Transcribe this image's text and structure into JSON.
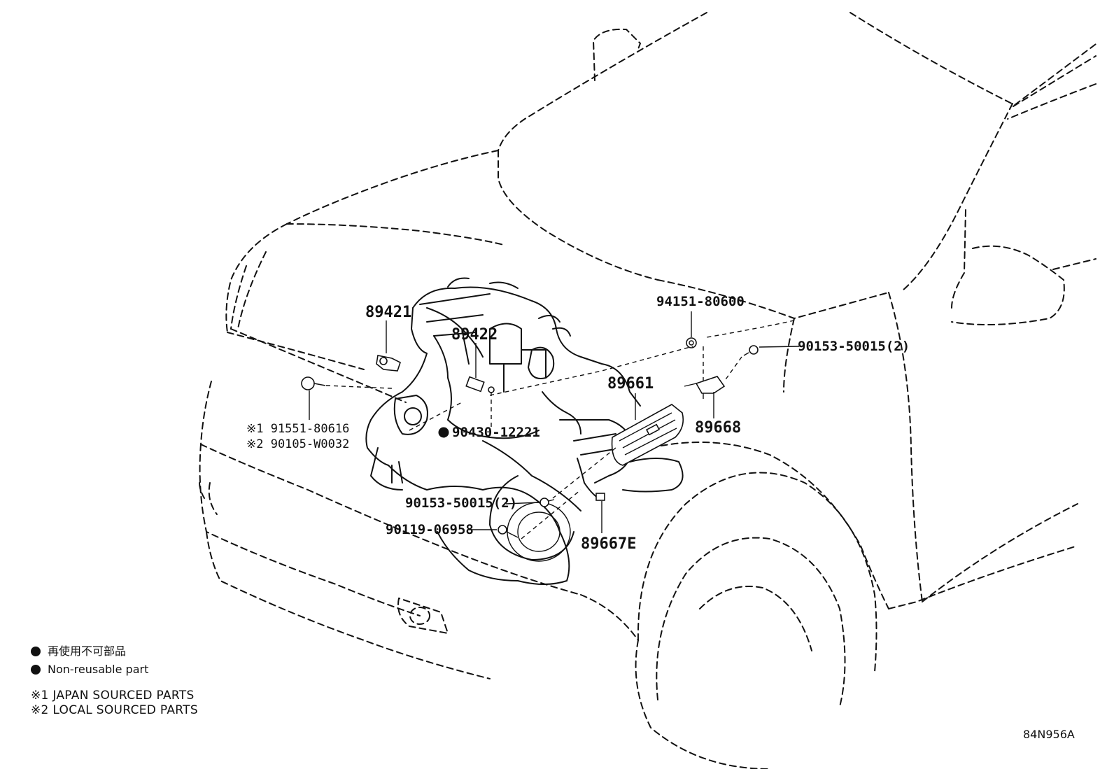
{
  "parts": {
    "p89421": "89421",
    "p89422": "89422",
    "p94151": "94151-80600",
    "p90153_top": "90153-50015(2)",
    "p89661": "89661",
    "p89668": "89668",
    "p91551": "※1 91551-80616",
    "p90105": "※2 90105-W0032",
    "p90430": "90430-12221",
    "p90153_bot": "90153-50015(2)",
    "p90119": "90119-06958",
    "p89667e": "89667E"
  },
  "legend": {
    "non_reusable_jp": "再使用不可部品",
    "non_reusable_en": "Non-reusable part",
    "note1": "※1 JAPAN SOURCED PARTS",
    "note2": "※2 LOCAL SOURCED PARTS"
  },
  "diagram_code": "84N956A"
}
